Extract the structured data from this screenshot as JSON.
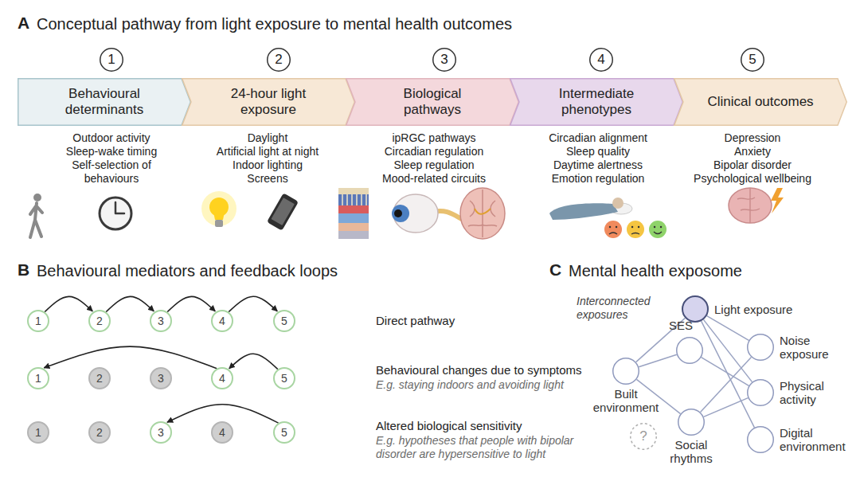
{
  "diagram": {
    "nodes": [
      {
        "text": [
          "1"
        ]
      },
      {
        "text": [
          "2"
        ]
      },
      {
        "text": [
          "3"
        ]
      },
      {
        "text": [
          "4"
        ]
      },
      {
        "text": [
          "5"
        ]
      },
      {
        "text": [
          "Behavioural determinants"
        ]
      },
      {
        "text": [
          "24-hour light exposure"
        ]
      },
      {
        "text": [
          "Biological pathways"
        ]
      },
      {
        "text": [
          "Intermediate phenotypes"
        ]
      },
      {
        "text": [
          "Clinical outcomes"
        ]
      },
      {
        "text": [
          "1"
        ]
      },
      {
        "text": [
          "2"
        ]
      },
      {
        "text": [
          "3"
        ]
      },
      {
        "text": [
          "4"
        ]
      },
      {
        "text": [
          "5"
        ]
      },
      {
        "text": [
          "1"
        ]
      },
      {
        "text": [
          "2"
        ]
      },
      {
        "text": [
          "3"
        ]
      },
      {
        "text": [
          "4"
        ]
      },
      {
        "text": [
          "5"
        ]
      },
      {
        "text": [
          "1"
        ]
      },
      {
        "text": [
          "2"
        ]
      },
      {
        "text": [
          "3"
        ]
      },
      {
        "text": [
          "4"
        ]
      },
      {
        "text": [
          "5"
        ]
      },
      {
        "text": [
          "Light exposure"
        ]
      },
      {
        "text": [
          "Noise exposure"
        ]
      },
      {
        "text": [
          "SES"
        ]
      },
      {
        "text": [
          "Built environment"
        ]
      },
      {
        "text": [
          "Physical activity"
        ]
      },
      {
        "text": [
          "Social rhythms"
        ]
      },
      {
        "text": [
          "Digital environment"
        ]
      },
      {
        "text": [
          "?"
        ]
      }
    ],
    "edges": [
      {
        "from": 10,
        "to": 11,
        "arrow": "to"
      },
      {
        "from": 11,
        "to": 12,
        "arrow": "to"
      },
      {
        "from": 12,
        "to": 13,
        "arrow": "to"
      },
      {
        "from": 13,
        "to": 14,
        "arrow": "to"
      },
      {
        "from": 19,
        "to": 18,
        "arrow": "to"
      },
      {
        "from": 18,
        "to": 15,
        "arrow": "to"
      },
      {
        "from": 24,
        "to": 22,
        "arrow": "to"
      },
      {
        "from": 28,
        "to": 25,
        "arrow": "none"
      },
      {
        "from": 28,
        "to": 27,
        "arrow": "none"
      },
      {
        "from": 28,
        "to": 30,
        "arrow": "none"
      },
      {
        "from": 25,
        "to": 26,
        "arrow": "none"
      },
      {
        "from": 25,
        "to": 29,
        "arrow": "none"
      },
      {
        "from": 25,
        "to": 31,
        "arrow": "none"
      },
      {
        "from": 27,
        "to": 29,
        "arrow": "none"
      },
      {
        "from": 30,
        "to": 26,
        "arrow": "none"
      },
      {
        "from": 30,
        "to": 29,
        "arrow": "none"
      }
    ],
    "labels": [
      "A",
      "Conceptual pathway from light exposure to mental health outcomes",
      "Outdoor activity",
      "Sleep-wake timing",
      "Self-selection of behaviours",
      "Daylight",
      "Artificial light at night",
      "Indoor lighting",
      "Screens",
      "ipRGC pathways",
      "Circadian regulation",
      "Sleep regulation",
      "Mood-related circuits",
      "Circadian alignment",
      "Sleep quality",
      "Daytime alertness",
      "Emotion regulation",
      "Depression",
      "Anxiety",
      "Bipolar disorder",
      "Psychological wellbeing",
      "B",
      "Behavioural mediators and feedback loops",
      "Direct pathway",
      "Behavioural changes due to symptoms",
      "E.g. staying indoors and avoiding light",
      "Altered biological sensitivity",
      "E.g. hypotheses that people with bipolar disorder are hypersensitive to light",
      "C",
      "Mental health exposome",
      "Interconnected exposures"
    ]
  }
}
